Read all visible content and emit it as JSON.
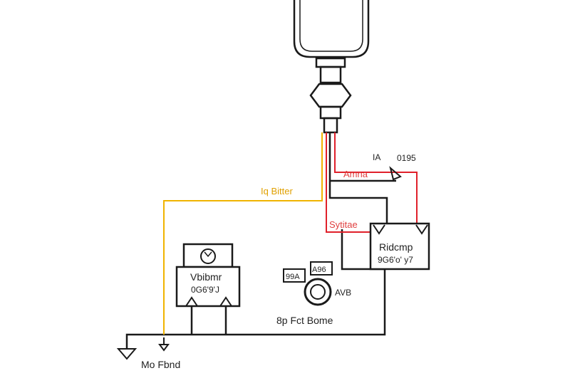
{
  "diagram": {
    "labels": {
      "ia": "IA",
      "code_0195": "0195",
      "amna": "Amna",
      "iq_bitter": "Iq Bitter",
      "sytitae": "Sytitae",
      "ridcmp": "Ridcmp",
      "ridcmp_code": "9G6'o' y7",
      "vbibmr": "Vbibmr",
      "vbibmr_code": "0G6'9'J",
      "box_99a": "99A",
      "box_a96": "A96",
      "avb": "AVB",
      "bp_fct_bome": "8p Fct Bome",
      "mo_fbnd": "Mo Fbnd"
    },
    "colors": {
      "wire_black": "#1a1a1a",
      "wire_red": "#e0202a",
      "wire_yellow": "#f0b400",
      "text_red": "#e04040",
      "text_yellow": "#e0a000",
      "text_black": "#222222"
    }
  }
}
